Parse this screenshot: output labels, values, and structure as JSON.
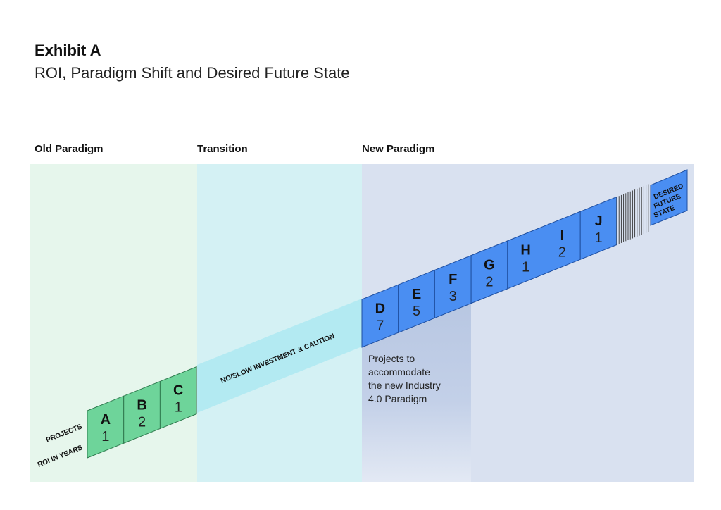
{
  "title": "Exhibit A",
  "subtitle": "ROI, Paradigm Shift and Desired Future State",
  "phases": [
    {
      "label": "Old  Paradigm",
      "color": "#e6f6ec"
    },
    {
      "label": "Transition",
      "color": "#d4f1f4"
    },
    {
      "label": "New Paradigm",
      "color": "#d9e1f0"
    }
  ],
  "row_labels": {
    "projects": "PROJECTS",
    "roi": "ROI IN YEARS"
  },
  "transition_band_label": "NO/SLOW INVESTMENT & CAUTION",
  "projects": [
    {
      "letter": "A",
      "roi": "1",
      "phase": "old"
    },
    {
      "letter": "B",
      "roi": "2",
      "phase": "old"
    },
    {
      "letter": "C",
      "roi": "1",
      "phase": "old"
    },
    {
      "letter": "D",
      "roi": "7",
      "phase": "new"
    },
    {
      "letter": "E",
      "roi": "5",
      "phase": "new"
    },
    {
      "letter": "F",
      "roi": "3",
      "phase": "new"
    },
    {
      "letter": "G",
      "roi": "2",
      "phase": "new"
    },
    {
      "letter": "H",
      "roi": "1",
      "phase": "new"
    },
    {
      "letter": "I",
      "roi": "2",
      "phase": "new"
    },
    {
      "letter": "J",
      "roi": "1",
      "phase": "new"
    }
  ],
  "desired_state": [
    "DESIRED",
    "FUTURE",
    "STATE"
  ],
  "note": [
    "Projects to",
    "accommodate",
    "the new Industry",
    "4.0 Paradigm"
  ],
  "colors": {
    "old_segment": "#6ed49a",
    "new_segment": "#4a8ef2",
    "transition_band": "#b3eaf2",
    "outline_old": "#2f7a4e",
    "outline_new": "#1f4fa0",
    "highlight_column": "#b8c7e2"
  }
}
